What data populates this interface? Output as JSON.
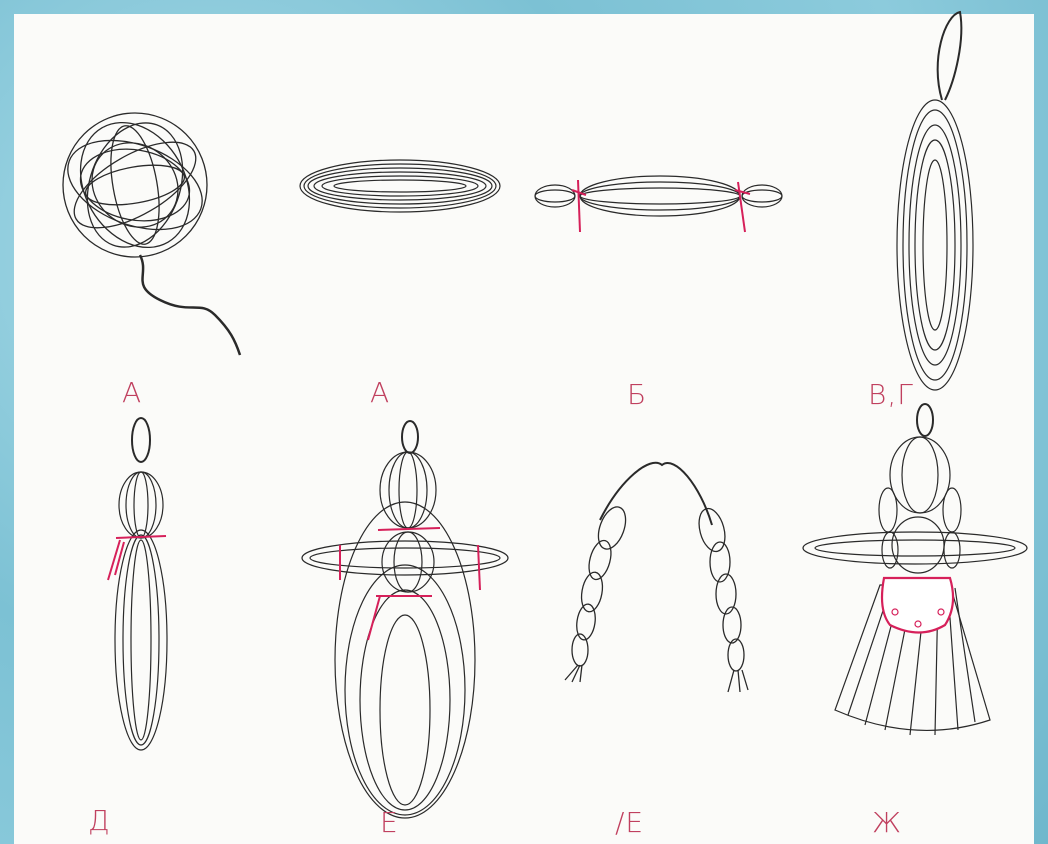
{
  "labels": {
    "p1": "А",
    "p2": "А",
    "p3": "Б",
    "p4": "В,Г",
    "p5": "Д",
    "p6": "Е",
    "p7": "/Е",
    "p8": "Ж"
  },
  "colors": {
    "frame": "#7fc3d6",
    "paper": "#fbfbf9",
    "ink": "#2a2a2a",
    "thread": "#d6205a",
    "label": "#c0405f"
  }
}
